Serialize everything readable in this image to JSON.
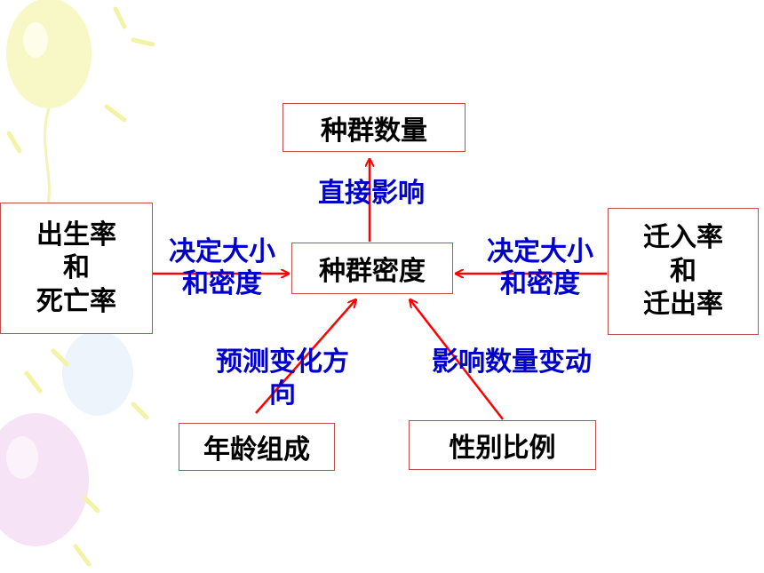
{
  "nodes": {
    "population_size": "种群数量",
    "population_density": "种群密度",
    "birth_death": [
      "出生率",
      "和",
      "死亡率"
    ],
    "immigration_emigration": [
      "迁入率",
      "和",
      "迁出率"
    ],
    "age_structure": "年龄组成",
    "sex_ratio": "性别比例"
  },
  "edges": {
    "density_to_size": "直接影响",
    "birth_to_density": [
      "决定大小",
      "和密度"
    ],
    "immigration_to_density": [
      "决定大小",
      "和密度"
    ],
    "age_to_density": [
      "预测变化方",
      "向"
    ],
    "sex_to_density": "影响数量变动"
  },
  "colors": {
    "arrow": "#ff0000",
    "box_border": "#c0504d",
    "label_text": "#0000cc"
  }
}
